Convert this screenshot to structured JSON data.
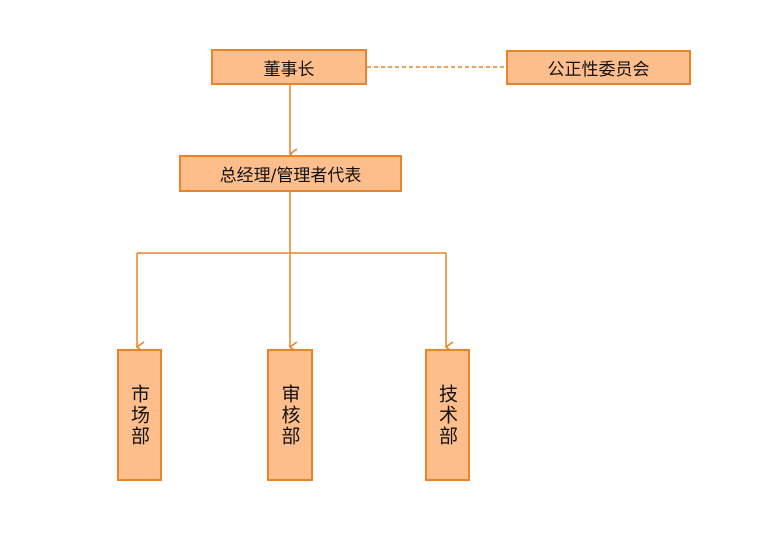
{
  "diagram": {
    "nodes": {
      "chairman": {
        "label": "董事长"
      },
      "committee": {
        "label": "公正性委员会"
      },
      "general_manager": {
        "label": "总经理/管理者代表"
      },
      "marketing": {
        "label": "市场部"
      },
      "audit": {
        "label": "审核部"
      },
      "technical": {
        "label": "技术部"
      }
    },
    "colors": {
      "box_fill": "#FDBE8C",
      "box_border": "#E8842A",
      "line": "#E8842A",
      "text": "#111111"
    }
  }
}
